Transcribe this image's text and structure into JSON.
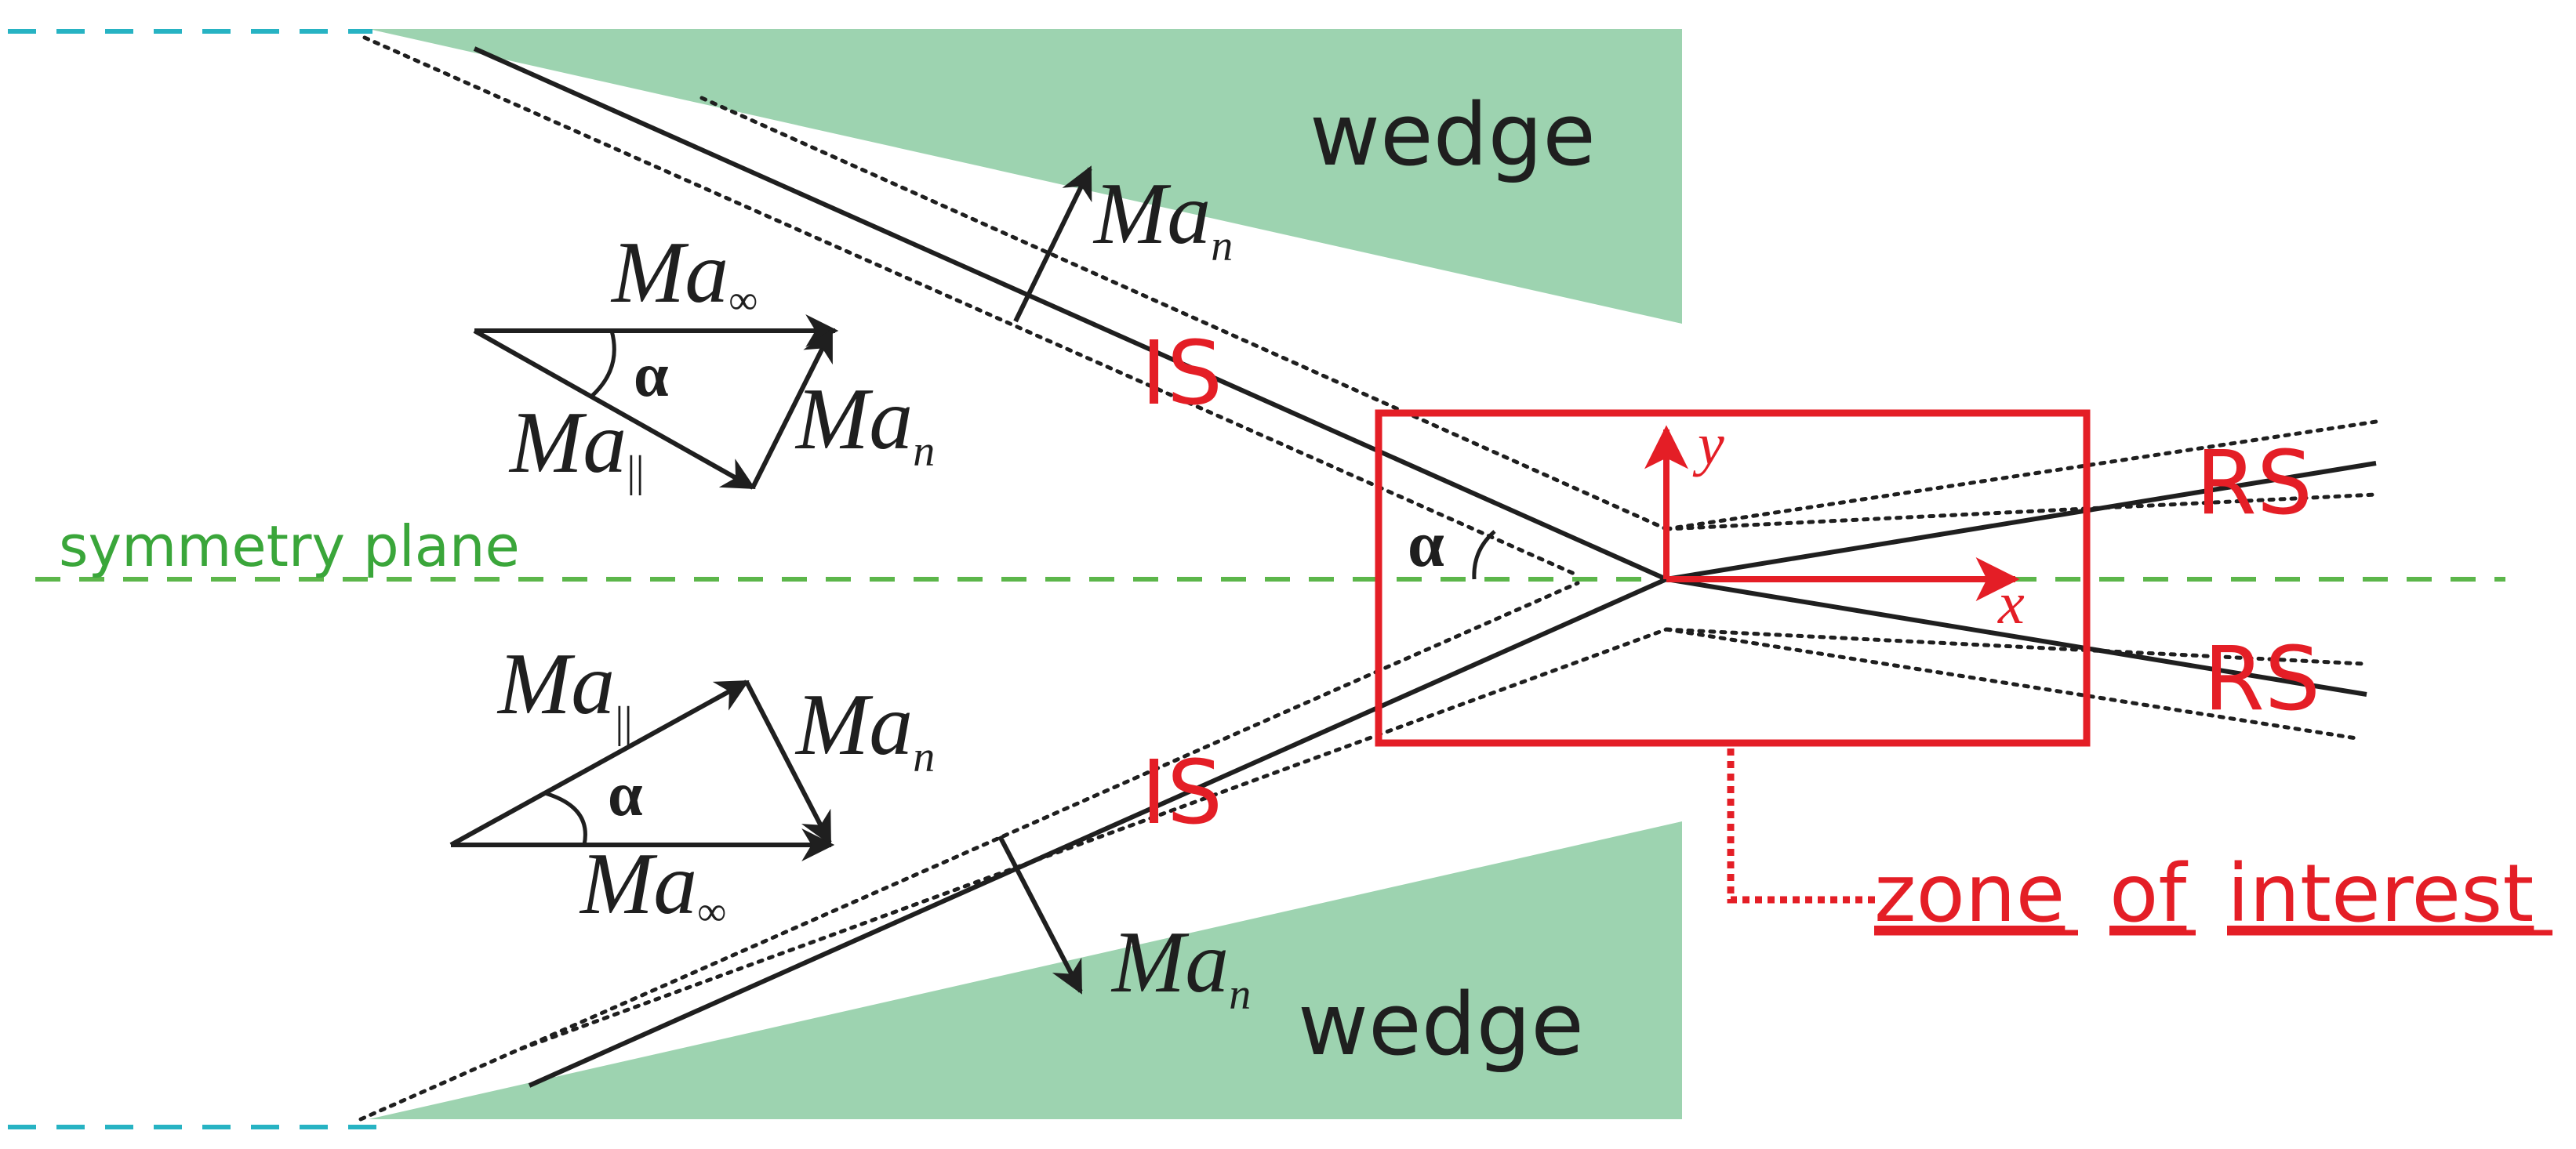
{
  "colors": {
    "wedge_fill": "#9dd3b0",
    "shock_line": "#1f1f1f",
    "accent_red": "#e41e26",
    "symmetry_green": "#5cb64a",
    "inflow_cyan": "#27b3c3",
    "label_black": "#1f1f1f"
  },
  "labels": {
    "wedge_top": "wedge",
    "wedge_bottom": "wedge",
    "is_top": "IS",
    "is_bottom": "IS",
    "rs_top": "RS",
    "rs_bottom": "RS",
    "symmetry_plane": "symmetry plane",
    "zone_of_interest": {
      "word1": "zone",
      "word2": "of",
      "word3": "interest"
    },
    "axis_x": "x",
    "axis_y": "y",
    "alpha_center": "α"
  },
  "top_triangle": {
    "ma_inf": {
      "main": "Ma",
      "sub": "∞"
    },
    "ma_par": {
      "main": "Ma",
      "sub": "||"
    },
    "ma_n": {
      "main": "Ma",
      "sub": "n"
    },
    "alpha": "α"
  },
  "bottom_triangle": {
    "ma_inf": {
      "main": "Ma",
      "sub": "∞"
    },
    "ma_par": {
      "main": "Ma",
      "sub": "||"
    },
    "ma_n": {
      "main": "Ma",
      "sub": "n"
    },
    "alpha": "α"
  },
  "normal_top": {
    "main": "Ma",
    "sub": "n"
  },
  "normal_bottom": {
    "main": "Ma",
    "sub": "n"
  }
}
